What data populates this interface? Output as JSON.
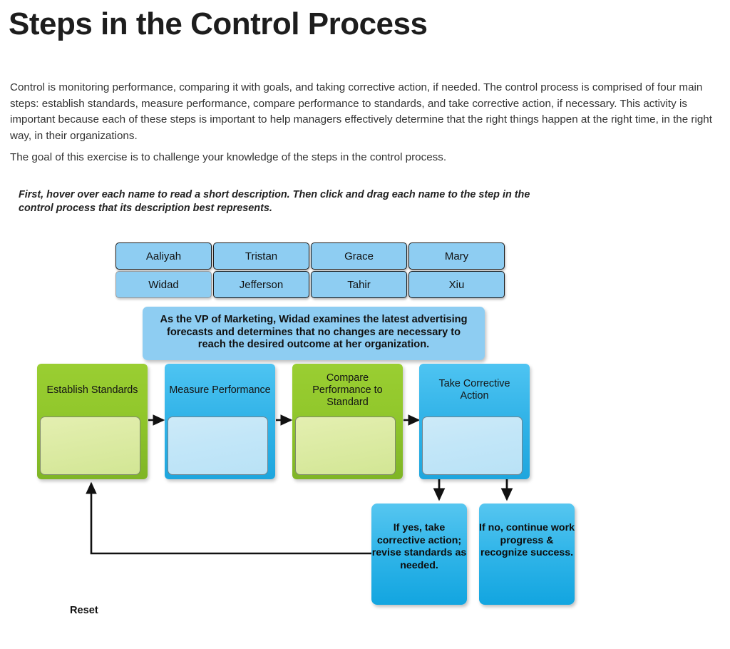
{
  "page": {
    "title": "Steps in the Control Process",
    "paragraph_1": "Control is monitoring performance, comparing it with goals, and taking corrective action, if needed. The control process is comprised of four main steps: establish standards, measure performance, compare performance to standards, and take corrective action, if necessary. This activity is important because each of these steps is important to help managers effectively determine that the right things happen at the right time, in the right way, in their organizations.",
    "paragraph_2": "The goal of this exercise is to challenge your knowledge of the steps in the control process.",
    "instructions": "First, hover over each name to read a short description. Then click and drag each name to the step in the control process that its description best represents."
  },
  "tiles": {
    "row1": [
      {
        "label": "Aaliyah",
        "hovered": false
      },
      {
        "label": "Tristan",
        "hovered": false
      },
      {
        "label": "Grace",
        "hovered": false
      },
      {
        "label": "Mary",
        "hovered": false
      }
    ],
    "row2": [
      {
        "label": "Widad",
        "hovered": true
      },
      {
        "label": "Jefferson",
        "hovered": false
      },
      {
        "label": "Tahir",
        "hovered": false
      },
      {
        "label": "Xiu",
        "hovered": false
      }
    ]
  },
  "tooltip": {
    "visible": true,
    "for_tile": "Widad",
    "text": "As the VP of Marketing, Widad examines the latest advertising forecasts and determines that no changes are necessary to reach the desired outcome at her organization."
  },
  "steps": [
    {
      "label": "Establish Standards",
      "color": "#8CC63F",
      "dropped": ""
    },
    {
      "label": "Measure Performance",
      "color": "#29ABE2",
      "dropped": ""
    },
    {
      "label": "Compare Performance to Standard",
      "color": "#8CC63F",
      "dropped": ""
    },
    {
      "label": "Take Corrective Action",
      "color": "#29ABE2",
      "dropped": ""
    }
  ],
  "outcomes": [
    {
      "label": "If yes, take corrective action; revise standards as needed."
    },
    {
      "label": "If no, continue work progress & recognize success."
    }
  ],
  "controls": {
    "reset_label": "Reset"
  },
  "colors": {
    "tile_fill": "#8ecdf2",
    "green_header": "#8CC63F",
    "green_dropzone": "#dcebA4",
    "blue_header": "#29ABE2",
    "blue_dropzone": "#c2e6f8",
    "outcome_fill": "#33b6e9",
    "arrow": "#111111"
  }
}
